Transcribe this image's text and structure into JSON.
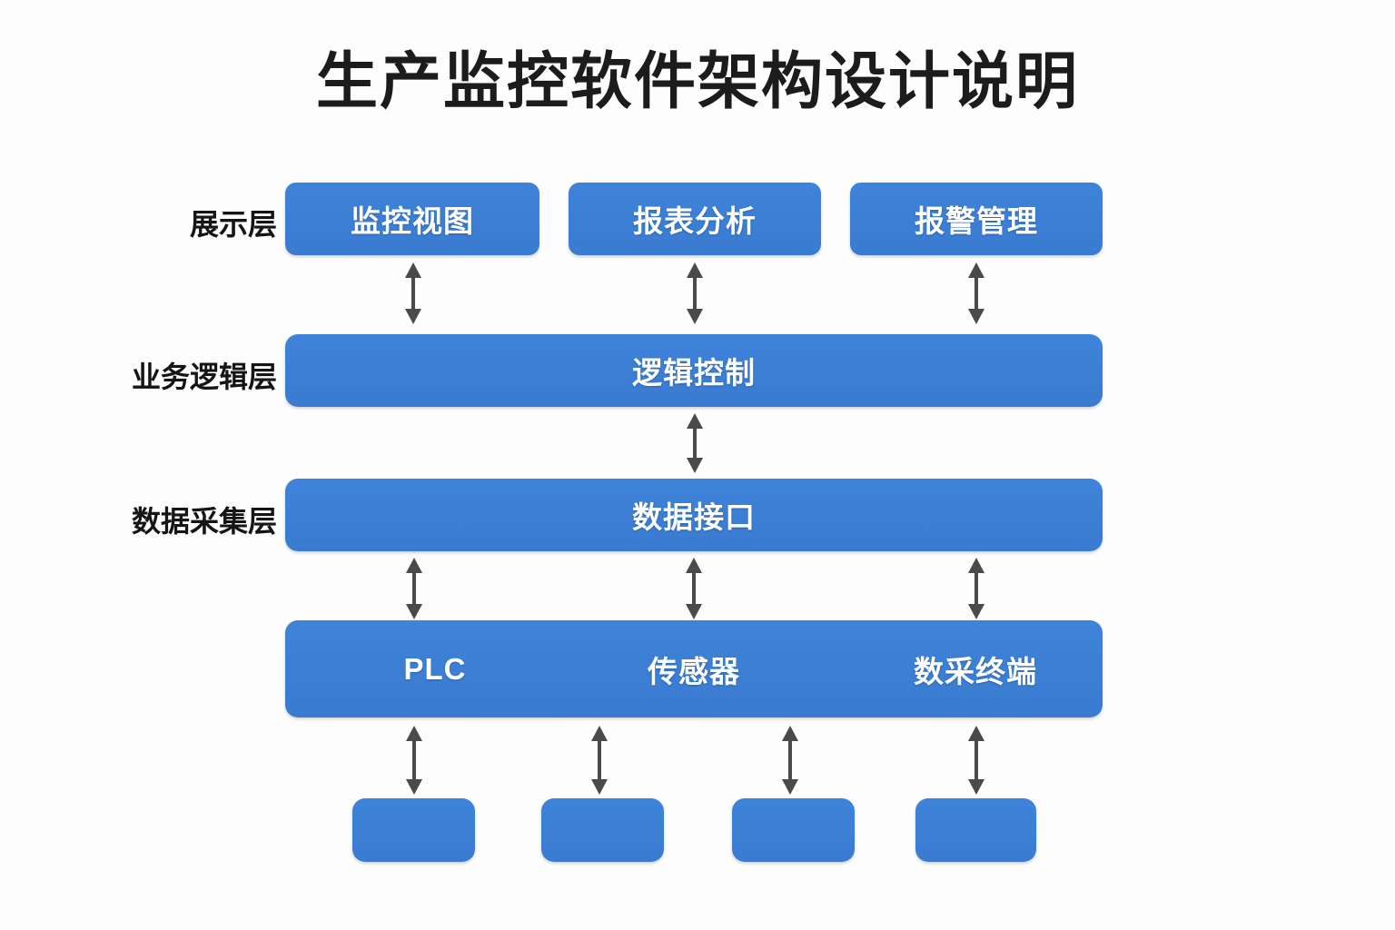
{
  "title": "生产监控软件架构设计说明",
  "theme": {
    "background": "#fdfdfd",
    "node_fill": "#3e83da",
    "node_text": "#ffffff",
    "label_text": "#151515",
    "arrow_color": "#4a4a4a"
  },
  "layers": [
    {
      "id": "presentation",
      "label": "展示层",
      "nodes": [
        {
          "label": "监控视图"
        },
        {
          "label": "报表分析"
        },
        {
          "label": "报警管理"
        }
      ]
    },
    {
      "id": "business-logic",
      "label": "业务逻辑层",
      "nodes": [
        {
          "label": "逻辑控制"
        }
      ]
    },
    {
      "id": "data-acquisition",
      "label": "数据采集层",
      "nodes": [
        {
          "label": "数据接口"
        }
      ]
    },
    {
      "id": "devices",
      "label": "",
      "nodes": [
        {
          "label": "PLC"
        },
        {
          "label": "传感器"
        },
        {
          "label": "数采终端"
        }
      ]
    },
    {
      "id": "field-equipment",
      "label": "",
      "nodes": [
        {
          "label": ""
        },
        {
          "label": ""
        },
        {
          "label": ""
        },
        {
          "label": ""
        }
      ]
    }
  ],
  "connectors": {
    "presentation_to_logic": 3,
    "logic_to_data": 1,
    "data_to_devices": 3,
    "devices_to_equipment": 4,
    "style": "double-headed-vertical-arrow"
  }
}
